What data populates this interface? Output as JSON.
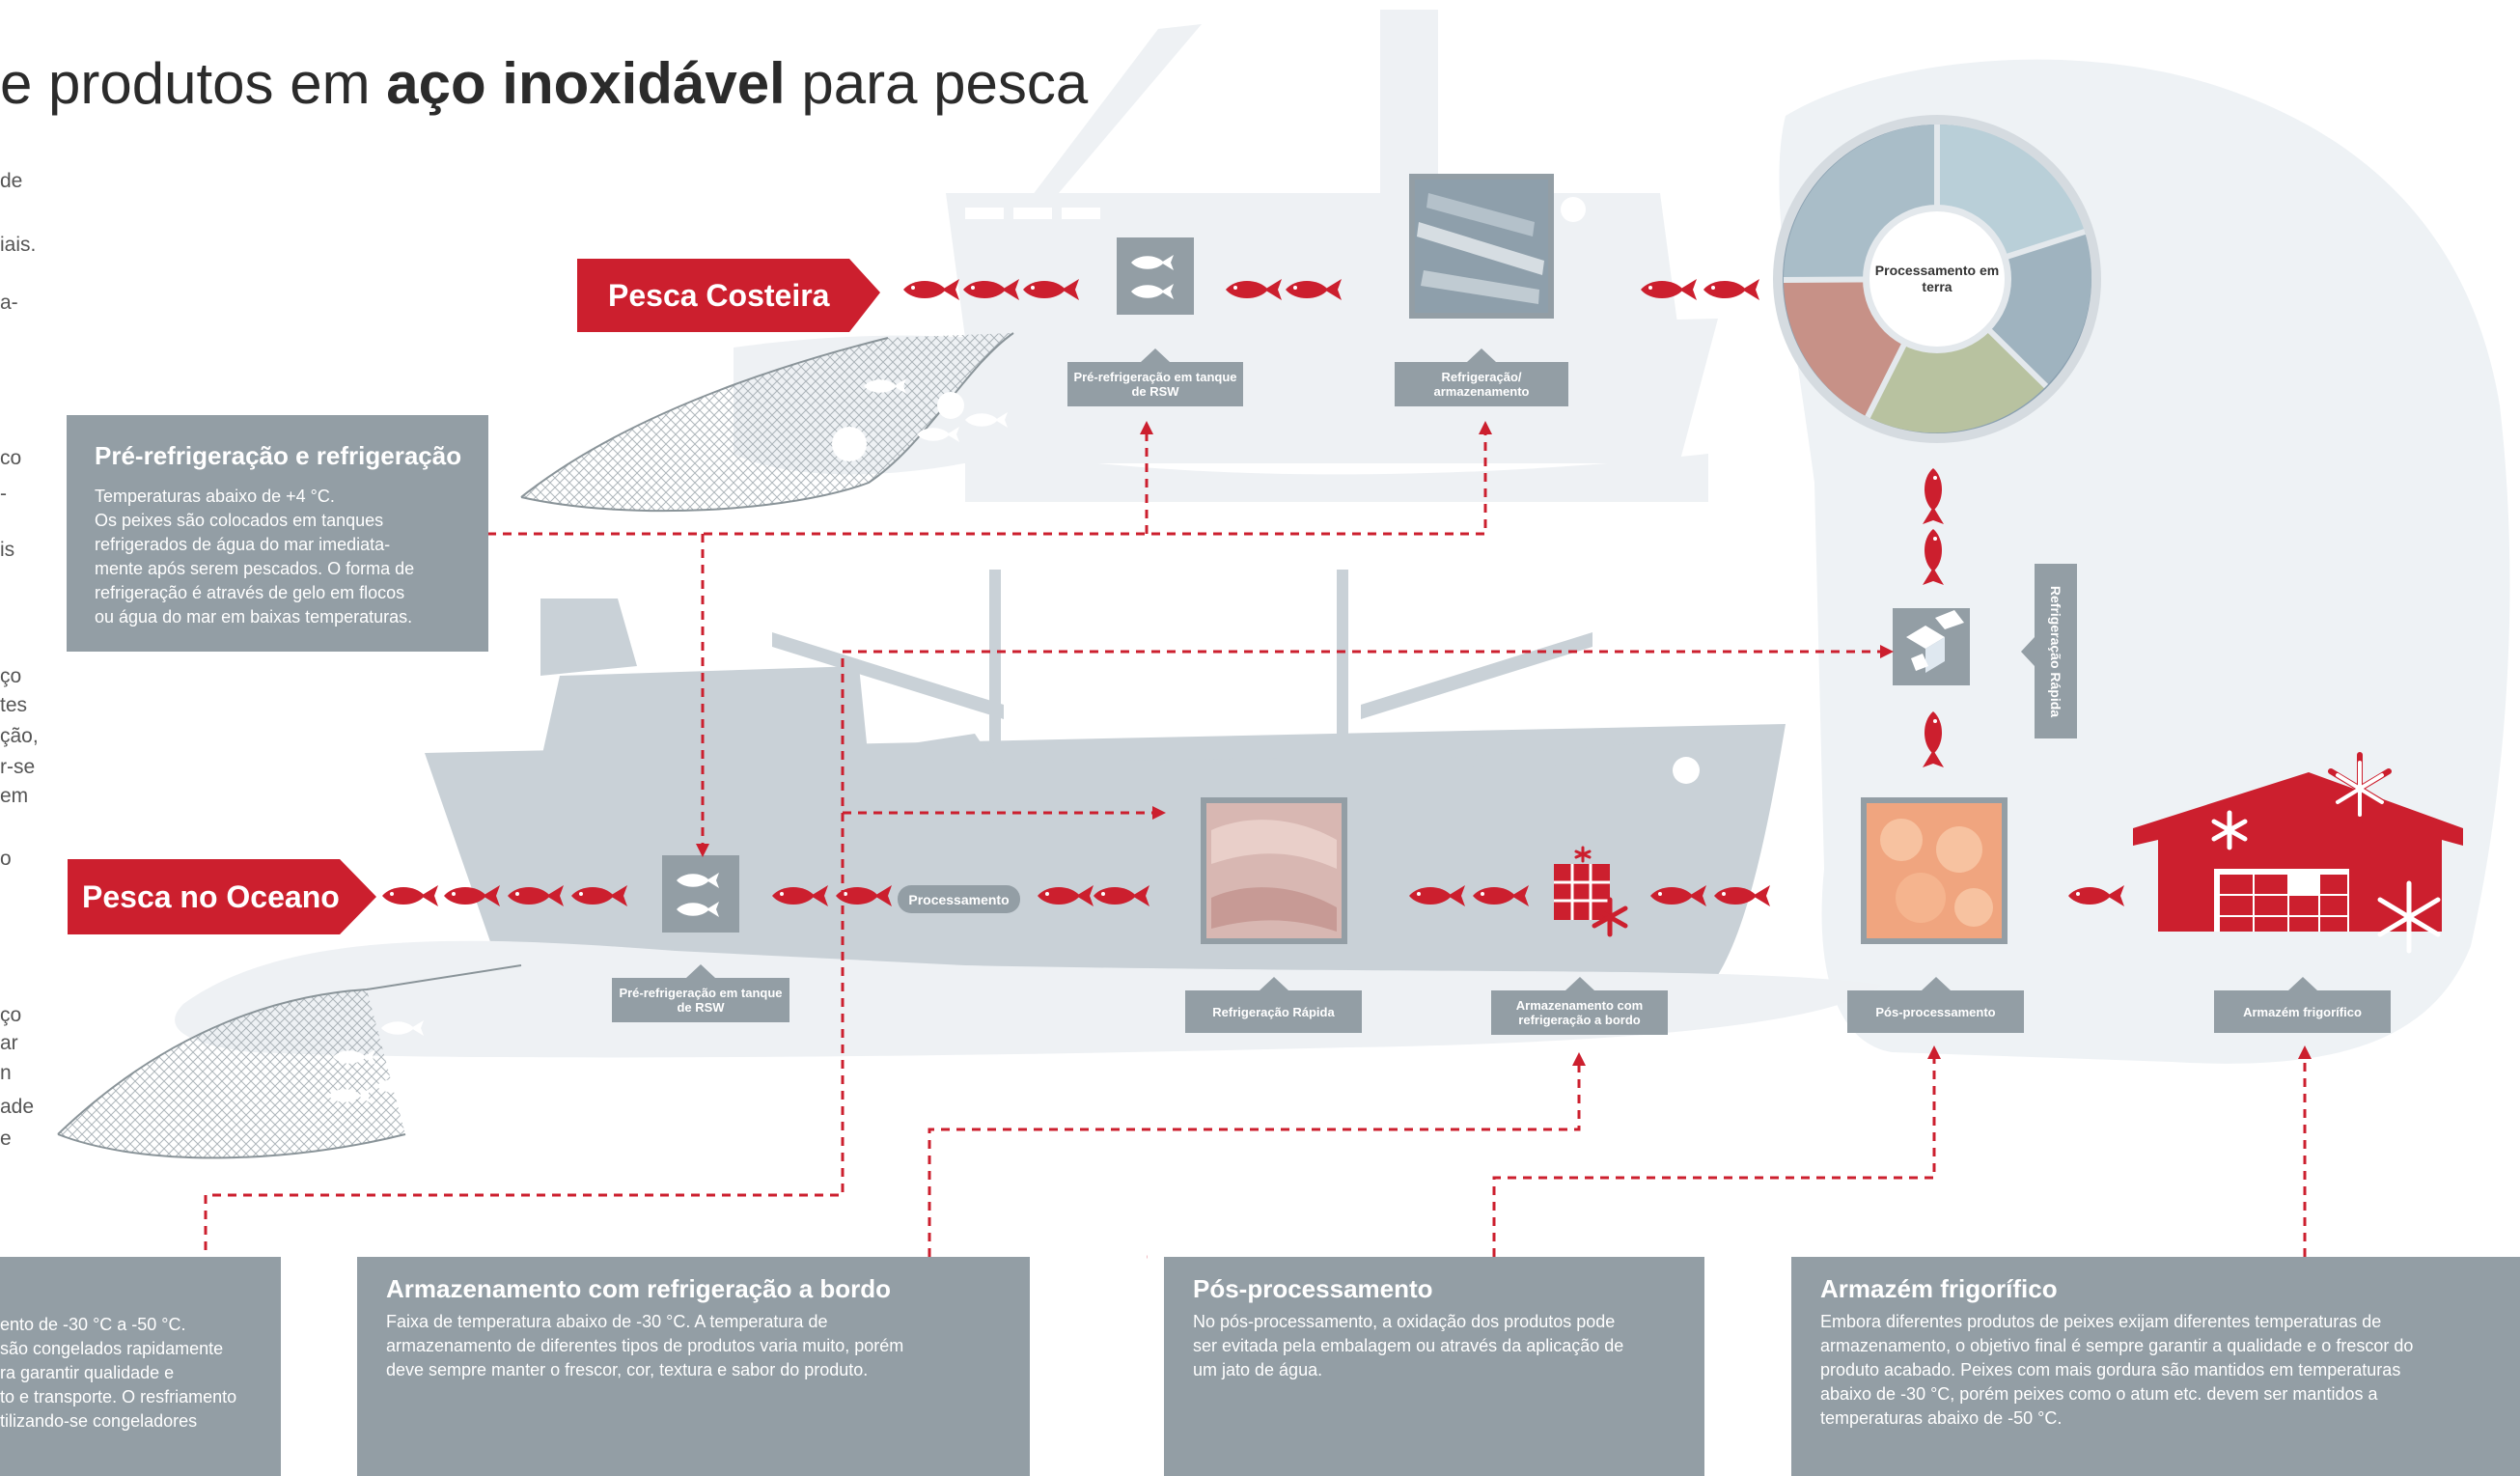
{
  "colors": {
    "red": "#cc1f2e",
    "gray_box": "#939ea5",
    "ship": "#c5ced4",
    "bg_shape": "#eef2f5"
  },
  "title": {
    "pre": "e produtos em ",
    "bold": "aço inoxidável",
    "post": " para pesca"
  },
  "left_fragments": [
    "de",
    "iais.",
    "a-",
    "co",
    "-",
    "is",
    "ço",
    "tes",
    "ção,",
    "r-se",
    "em",
    "o",
    "ço",
    "ar",
    "n",
    "ade",
    "e"
  ],
  "tags": {
    "coastal": "Pesca Costeira",
    "ocean": "Pesca no Oceano"
  },
  "labels": {
    "rsw_top": "Pré-refrigeração em tanque de RSW",
    "refrig_top": "Refrigeração/ armazenamento",
    "rsw_bottom": "Pré-refrigeração em tanque de RSW",
    "rapid": "Refrigeração Rápida",
    "onboard": "Armazenamento com refrigeração a bordo",
    "post": "Pós-processamento",
    "warehouse": "Armazém frigorífico",
    "processing_pill": "Processamento",
    "rapid_vertical": "Refrigeração Rápida",
    "land_processing": "Processamento em terra"
  },
  "boxes": {
    "prechill": {
      "title": "Pré-refrigeração e refrigeração",
      "lines": [
        "Temperaturas abaixo de +4 °C.",
        "Os peixes são colocados em tanques",
        "refrigerados de água do mar imediata-",
        "mente após serem pescados. O forma de",
        "refrigeração é através de gelo em flocos",
        "ou água do mar em baixas temperaturas."
      ]
    },
    "rapid_partial": {
      "lines": [
        "ento de -30 °C a -50 °C.",
        "são congelados rapidamente",
        "ra garantir qualidade e",
        "to e transporte. O resfriamento",
        "tilizando-se congeladores"
      ]
    },
    "onboard": {
      "title": "Armazenamento com refrigeração a bordo",
      "lines": [
        "Faixa de temperatura abaixo de -30 °C. A temperatura de",
        "armazenamento de diferentes tipos de produtos varia muito, porém",
        "deve sempre manter o frescor, cor, textura e sabor do produto."
      ]
    },
    "post": {
      "title": "Pós-processamento",
      "lines": [
        "No pós-processamento, a oxidação dos produtos pode",
        "ser evitada pela embalagem ou através da aplicação de",
        "um jato de água."
      ]
    },
    "warehouse": {
      "title": "Armazém frigorífico",
      "lines": [
        "Embora diferentes produtos de peixes exijam diferentes temperaturas de",
        "armazenamento, o objetivo final é sempre garantir a qualidade e o frescor do",
        "produto acabado. Peixes com mais gordura são mantidos em temperaturas",
        "abaixo de -30 °C, porém peixes como o atum etc. devem ser mantidos a",
        "temperaturas abaixo de -50 °C."
      ]
    }
  },
  "icons": [
    "fish-icon",
    "fish-tank-icon",
    "snowflake-icon",
    "warehouse-icon",
    "ice-cube-icon",
    "fishing-net-icon",
    "ship-icon"
  ]
}
